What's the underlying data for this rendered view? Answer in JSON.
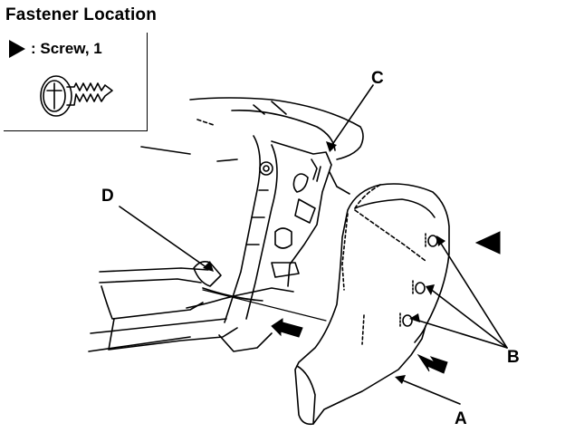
{
  "title": "Fastener Location",
  "legend": {
    "label": ": Screw, 1",
    "icon": "triangle-marker-icon"
  },
  "callouts": {
    "a": "A",
    "b": "B",
    "c": "C",
    "d": "D"
  }
}
